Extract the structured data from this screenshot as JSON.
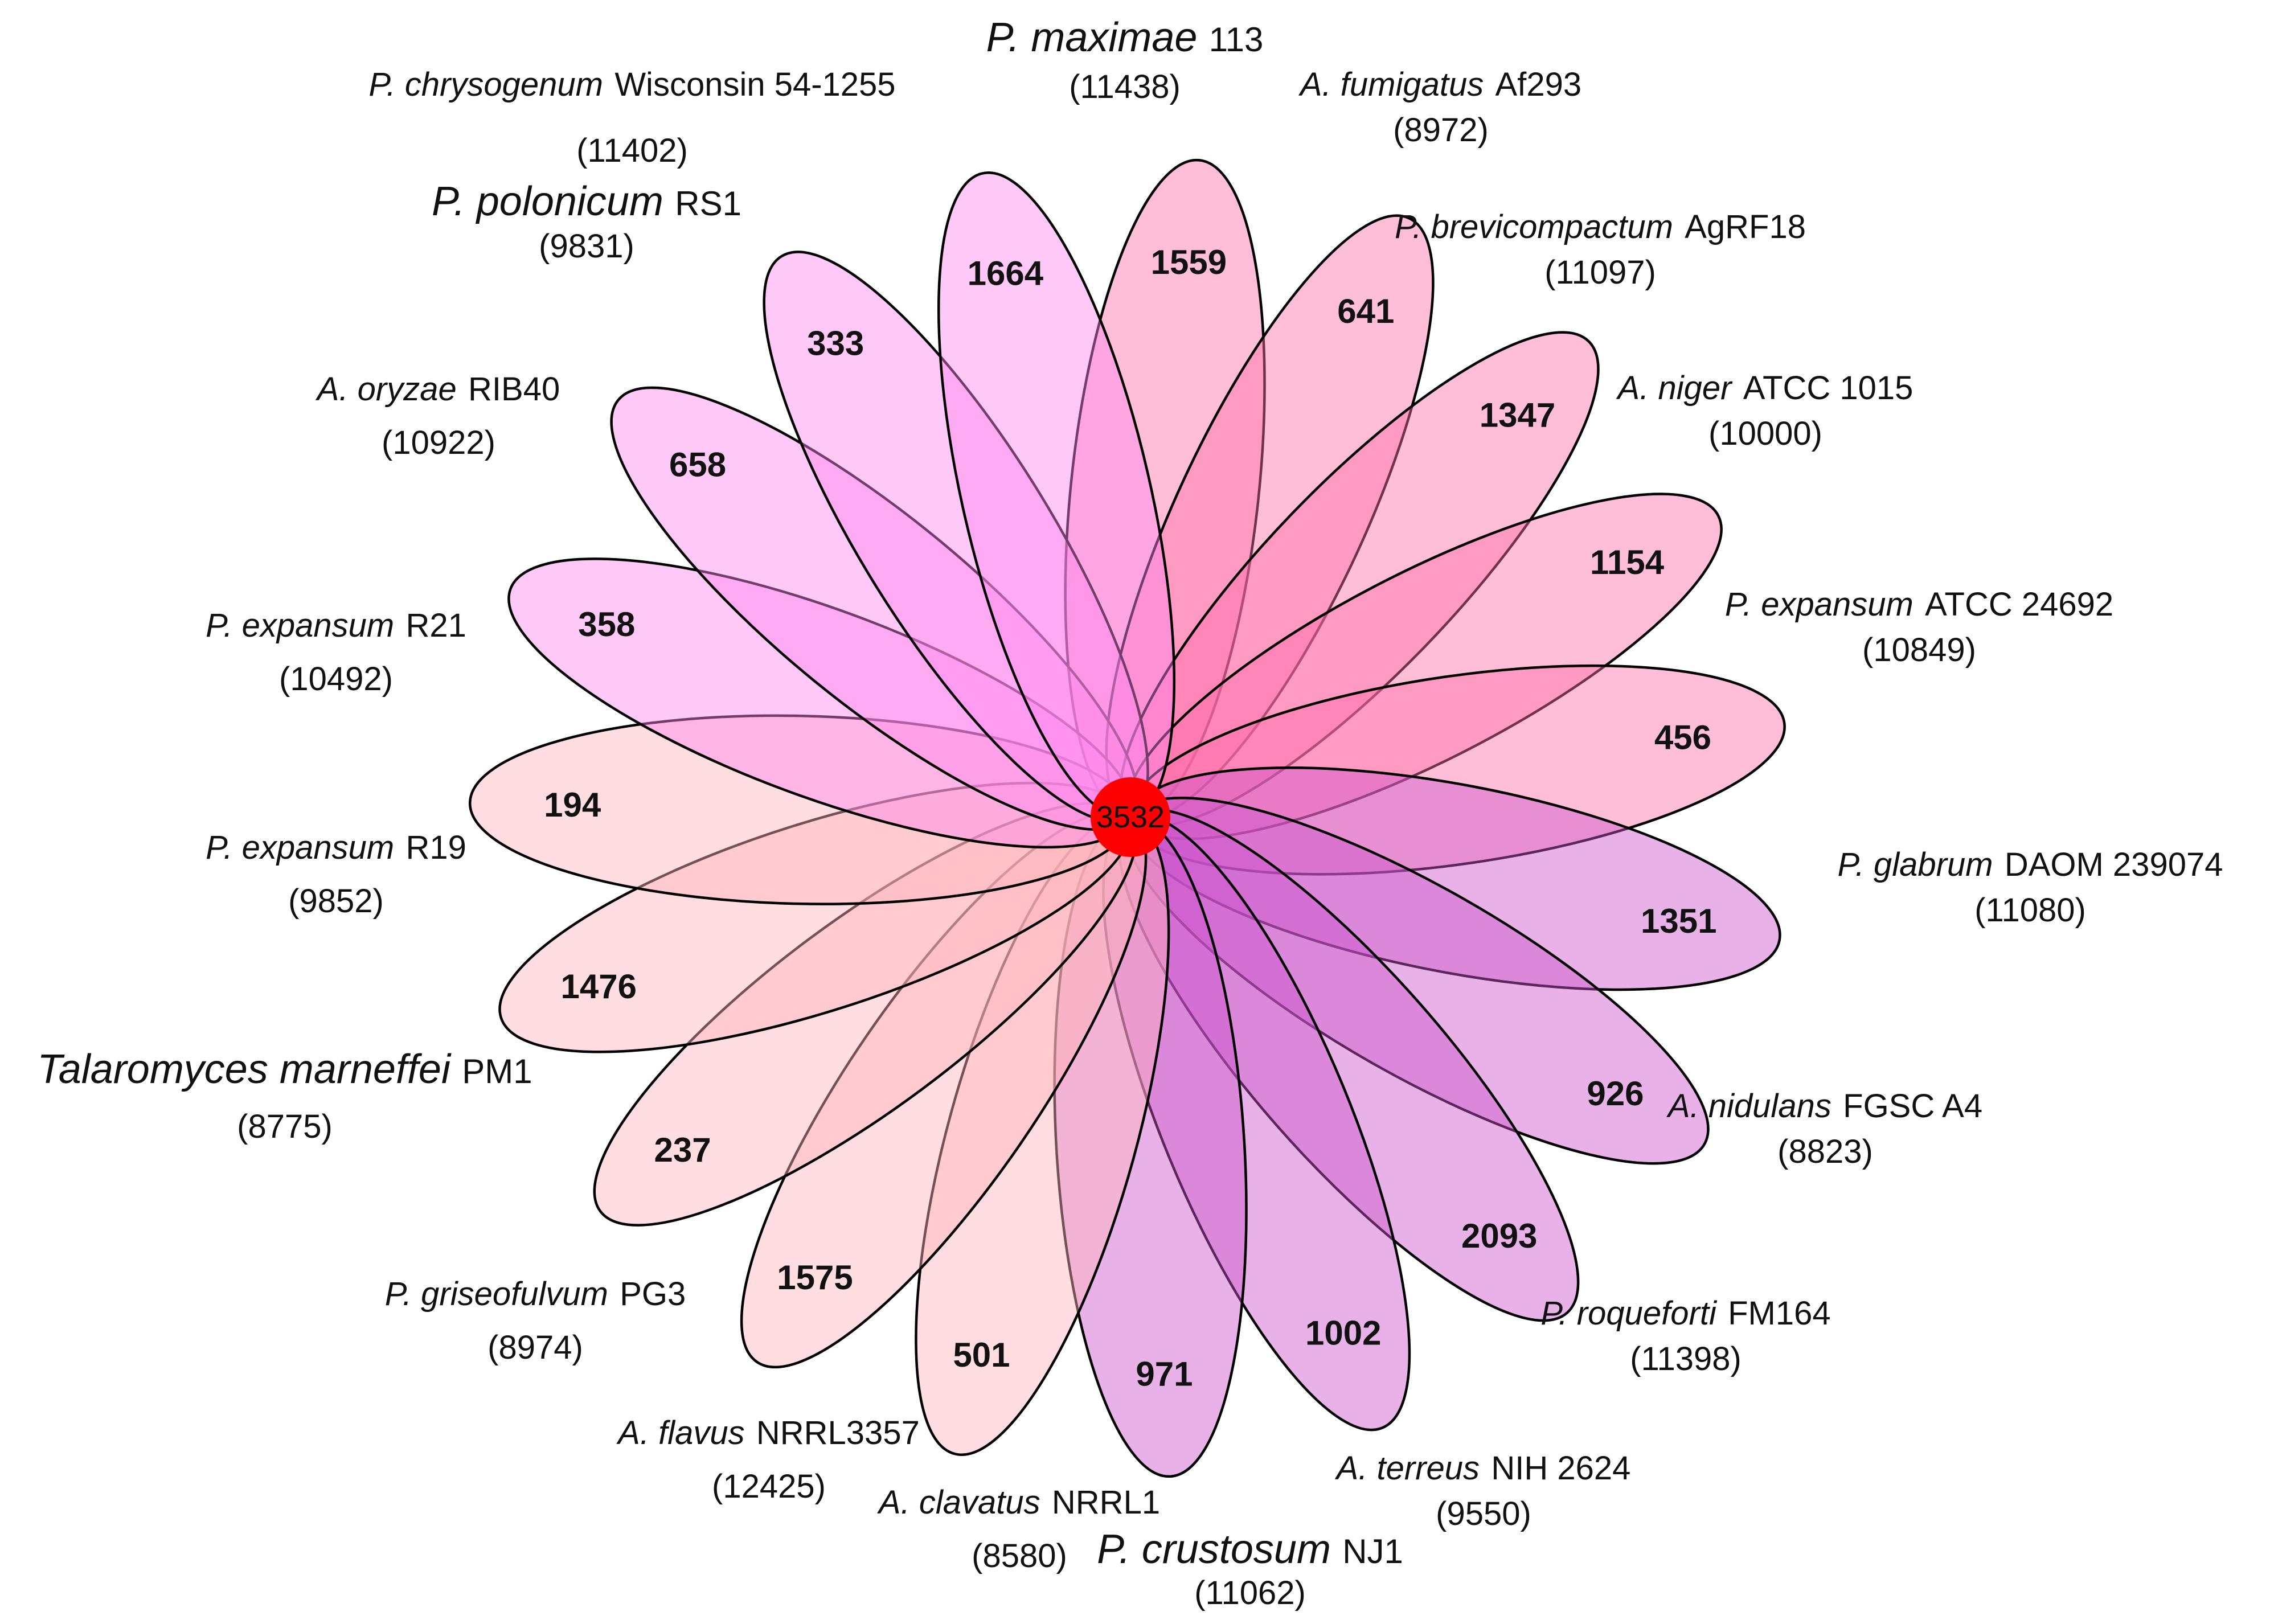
{
  "core": {
    "count": "3532",
    "color": "#ff0000"
  },
  "petals": [
    {
      "id": "p-maximae",
      "count": "1559",
      "color": "#ff6fa8",
      "species": "P. maximae",
      "strain": "113",
      "total": "(11438)"
    },
    {
      "id": "a-fumigatus",
      "count": "641",
      "color": "#ff6fa8",
      "species": "A. fumigatus",
      "strain": "Af293",
      "total": "(8972)"
    },
    {
      "id": "p-brevicompactum",
      "count": "1347",
      "color": "#ff6fa8",
      "species": "P. brevicompactum",
      "strain": "AgRF18",
      "total": "(11097)"
    },
    {
      "id": "a-niger",
      "count": "1154",
      "color": "#ff6fa8",
      "species": "A. niger",
      "strain": "ATCC 1015",
      "total": "(10000)"
    },
    {
      "id": "p-expansum-atcc",
      "count": "456",
      "color": "#ff6fa8",
      "species": "P. expansum",
      "strain": "ATCC 24692",
      "total": "(10849)"
    },
    {
      "id": "p-glabrum",
      "count": "1351",
      "color": "#cc55cc",
      "species": "P. glabrum",
      "strain": "DAOM 239074",
      "total": "(11080)"
    },
    {
      "id": "a-nidulans",
      "count": "926",
      "color": "#cc55cc",
      "species": "A. nidulans",
      "strain": "FGSC A4",
      "total": "(8823)"
    },
    {
      "id": "p-roqueforti",
      "count": "2093",
      "color": "#cc55cc",
      "species": "P. roqueforti",
      "strain": "FM164",
      "total": "(11398)"
    },
    {
      "id": "a-terreus",
      "count": "1002",
      "color": "#cc55cc",
      "species": "A. terreus",
      "strain": "NIH 2624",
      "total": "(9550)"
    },
    {
      "id": "p-crustosum",
      "count": "971",
      "color": "#cc55cc",
      "species": "P. crustosum",
      "strain": "NJ1",
      "total": "(11062)"
    },
    {
      "id": "a-clavatus",
      "count": "501",
      "color": "#ffb4bc",
      "species": "A. clavatus",
      "strain": "NRRL1",
      "total": "(8580)"
    },
    {
      "id": "a-flavus",
      "count": "1575",
      "color": "#ffb4bc",
      "species": "A. flavus",
      "strain": "NRRL3357",
      "total": "(12425)"
    },
    {
      "id": "p-griseofulvum",
      "count": "237",
      "color": "#ffb4bc",
      "species": "P. griseofulvum",
      "strain": "PG3",
      "total": "(8974)"
    },
    {
      "id": "t-marneffei",
      "count": "1476",
      "color": "#ffb4bc",
      "species": "Talaromyces marneffei",
      "strain": "PM1",
      "total": "(8775)"
    },
    {
      "id": "p-expansum-r19",
      "count": "194",
      "color": "#ffb4bc",
      "species": "P. expansum",
      "strain": "R19",
      "total": "(9852)"
    },
    {
      "id": "p-expansum-r21",
      "count": "358",
      "color": "#ff88ee",
      "species": "P. expansum",
      "strain": "R21",
      "total": "(10492)"
    },
    {
      "id": "a-oryzae",
      "count": "658",
      "color": "#ff88ee",
      "species": "A. oryzae",
      "strain": "RIB40",
      "total": "(10922)"
    },
    {
      "id": "p-polonicum",
      "count": "333",
      "color": "#ff88ee",
      "species": "P. polonicum",
      "strain": "RS1",
      "total": "(9831)"
    },
    {
      "id": "p-chrysogenum",
      "count": "1664",
      "color": "#ff88ee",
      "species": "P. chrysogenum",
      "strain": "Wisconsin 54-1255",
      "total": "(11402)"
    }
  ]
}
